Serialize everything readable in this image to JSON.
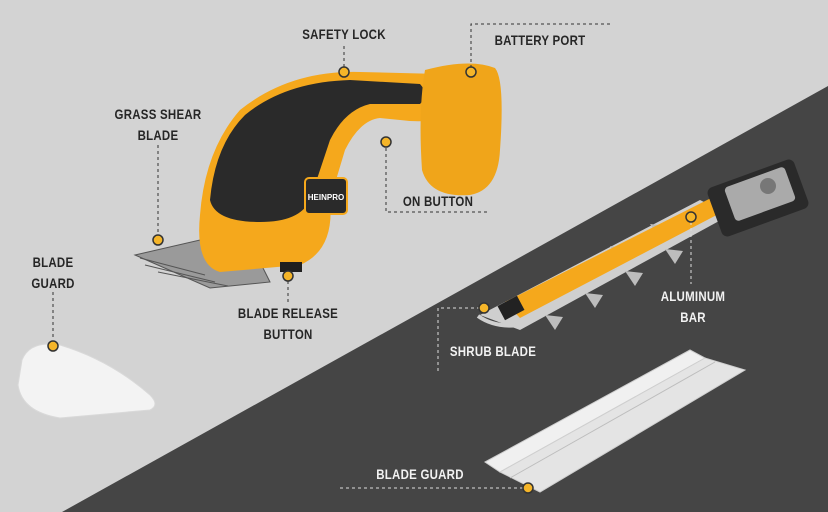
{
  "colors": {
    "background_light": "#d3d3d3",
    "background_dark": "#454545",
    "accent": "#f5a81c",
    "product_black": "#2a2a2a"
  },
  "brand_logo": "HEINPRO",
  "callouts": [
    {
      "id": "safety-lock",
      "lines": [
        "SAFETY LOCK"
      ]
    },
    {
      "id": "battery-port",
      "lines": [
        "BATTERY PORT"
      ]
    },
    {
      "id": "grass-shear-blade",
      "lines": [
        "GRASS SHEAR",
        "BLADE"
      ]
    },
    {
      "id": "on-button",
      "lines": [
        "ON BUTTON"
      ]
    },
    {
      "id": "blade-guard-left",
      "lines": [
        "BLADE",
        "GUARD"
      ]
    },
    {
      "id": "blade-release-button",
      "lines": [
        "BLADE RELEASE",
        "BUTTON"
      ]
    },
    {
      "id": "aluminum-bar",
      "lines": [
        "ALUMINUM",
        "BAR"
      ]
    },
    {
      "id": "shrub-blade",
      "lines": [
        "SHRUB BLADE"
      ]
    },
    {
      "id": "blade-guard-right",
      "lines": [
        "BLADE GUARD"
      ]
    }
  ]
}
